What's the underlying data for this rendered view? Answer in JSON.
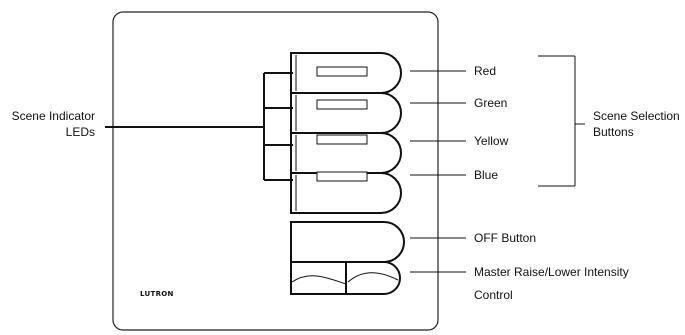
{
  "brand": "LUTRON",
  "labels": {
    "scene_indicator_line1": "Scene Indicator",
    "scene_indicator_line2": "LEDs",
    "scene_selection_line1": "Scene Selection",
    "scene_selection_line2": "Buttons",
    "red": "Red",
    "green": "Green",
    "yellow": "Yellow",
    "blue": "Blue",
    "off_button": "OFF Button",
    "master_line1": "Master Raise/Lower Intensity",
    "master_line2": "Control"
  }
}
